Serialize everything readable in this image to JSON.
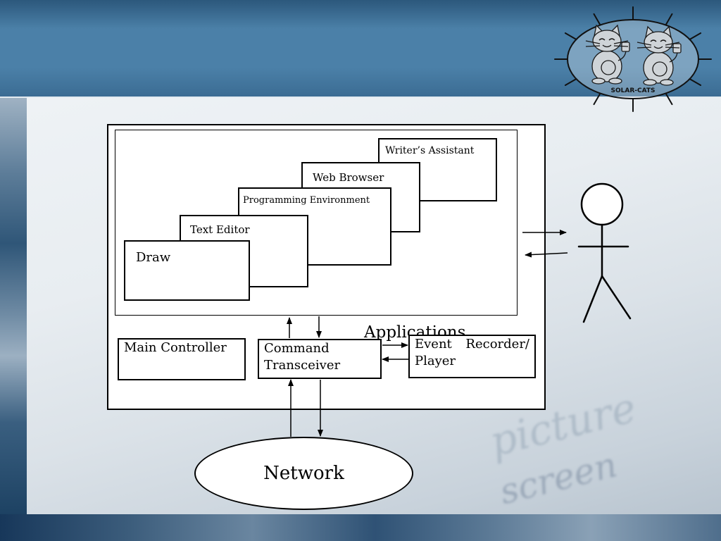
{
  "slide": {
    "logo_text": "SOLAR-CATS",
    "background_words": [
      "picture",
      "screen"
    ]
  },
  "diagram": {
    "application_windows": {
      "writers_assistant": "Writer’s Assistant",
      "web_browser": "Web Browser",
      "programming_environment": "Programming Environment",
      "text_editor": "Text Editor",
      "draw": "Draw"
    },
    "applications_label": "Applications",
    "main_controller": "Main Controller",
    "command_transceiver": {
      "line1": "Command",
      "line2": "Transceiver"
    },
    "event_recorder": {
      "line1": "Event Recorder/",
      "line2": "Player"
    },
    "network": "Network"
  },
  "icons": {
    "logo": "solar-cats-logo",
    "user": "stick-figure-person-icon",
    "connector": "arrow-icon"
  },
  "colors": {
    "header_blue": "#4b80a8",
    "diagram_line": "#000000",
    "diagram_fill": "#ffffff",
    "logo_cat_fill": "#cfd4d8"
  }
}
